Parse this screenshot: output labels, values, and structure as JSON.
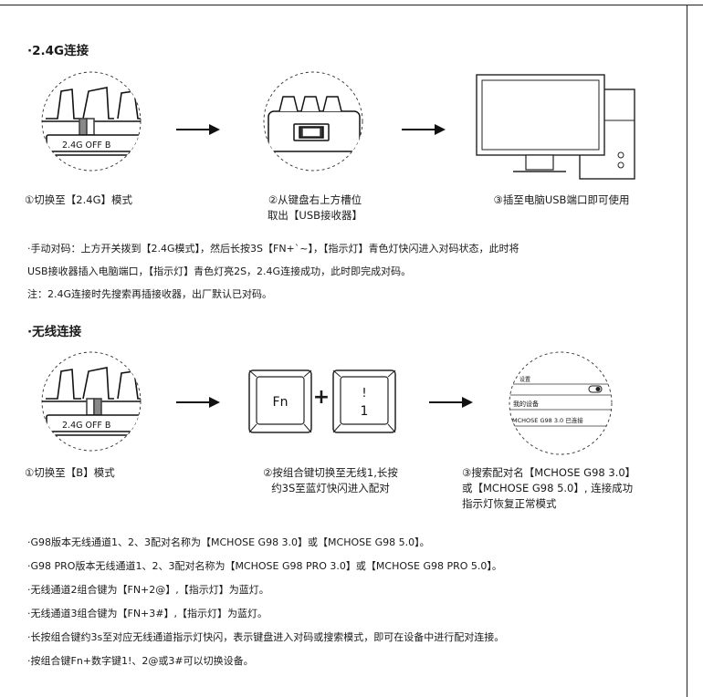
{
  "section1": {
    "title": "·2.4G连接",
    "switch_label": "2.4G OFF B",
    "step1": "①切换至【2.4G】模式",
    "step2_line1": "②从键盘右上方槽位",
    "step2_line2": "取出【USB接收器】",
    "step3": "③插至电脑USB端口即可使用",
    "para1": "·手动对码：上方开关拨到【2.4G模式】，然后长按3S【FN+`~】，【指示灯】青色灯快闪进入对码状态，此时将",
    "para2": "USB接收器插入电脑端口，【指示灯】青色灯亮2S，2.4G连接成功，此时即完成对码。",
    "note": "注：2.4G连接时先搜索再插接收器，出厂默认已对码。"
  },
  "section2": {
    "title": "·无线连接",
    "switch_label": "2.4G OFF B",
    "key_fn": "Fn",
    "plus": "+",
    "key_1_top": "!",
    "key_1_bottom": "1",
    "settings_title": "设置",
    "my_devices": "我的设备",
    "device_entry": "MCHOSE G98 3.0 已连接",
    "step1": "①切换至【B】模式",
    "step2_line1": "②按组合键切换至无线1,长按",
    "step2_line2": "约3S至蓝灯快闪进入配对",
    "step3_line1": "③搜索配对名【MCHOSE G98 3.0】",
    "step3_line2": "或【MCHOSE G98 5.0】, 连接成功",
    "step3_line3": "指示灯恢复正常模式",
    "bullets": [
      "·G98版本无线通道1、2、3配对名称为【MCHOSE G98 3.0】或【MCHOSE G98 5.0】。",
      "·G98 PRO版本无线通道1、2、3配对名称为【MCHOSE G98 PRO 3.0】或【MCHOSE G98 PRO 5.0】。",
      "·无线通道2组合键为【FN+2@】,【指示灯】为蓝灯。",
      "·无线通道3组合键为【FN+3#】,【指示灯】为蓝灯。",
      "·长按组合键约3s至对应无线通道指示灯快闪，表示键盘进入对码或搜索模式，即可在设备中进行配对连接。",
      "·按组合键Fn+数字键1!、2@或3#可以切换设备。"
    ]
  }
}
